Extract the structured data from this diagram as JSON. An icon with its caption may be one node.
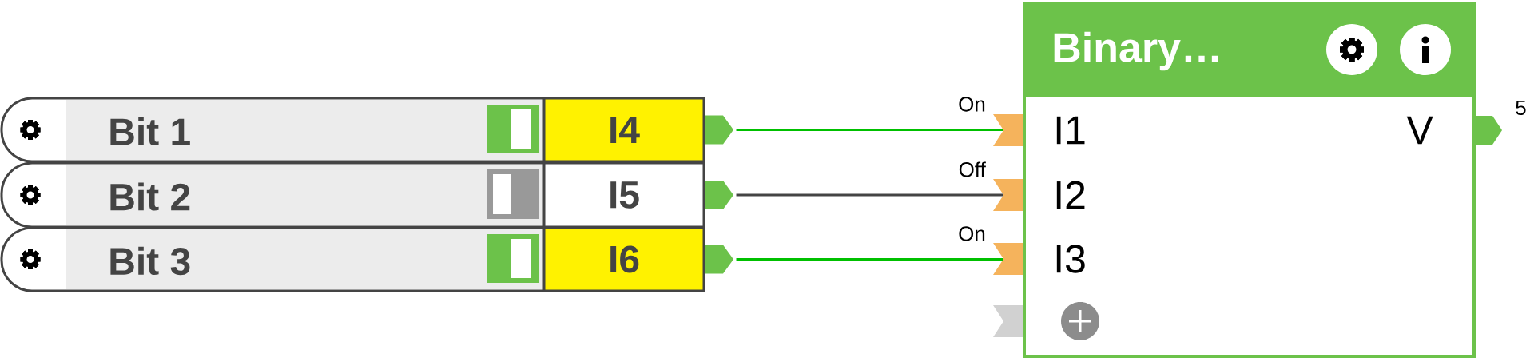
{
  "diagram": {
    "nodes": [
      {
        "text": [
          "Bit 1"
        ]
      },
      {
        "text": [
          "I4"
        ]
      },
      {
        "text": [
          "Bit 2"
        ]
      },
      {
        "text": [
          "I5"
        ]
      },
      {
        "text": [
          "Bit 3"
        ]
      },
      {
        "text": [
          "I6"
        ]
      },
      {
        "text": [
          "Binary…"
        ]
      },
      {
        "text": [
          "I1"
        ],
        "in": 6
      },
      {
        "text": [
          "I2"
        ],
        "in": 6
      },
      {
        "text": [
          "I3"
        ],
        "in": 6
      },
      {
        "text": [
          "V"
        ],
        "in": 6
      }
    ],
    "edges": [
      {
        "from": 1,
        "to": 7,
        "arrow": "none",
        "label": "On"
      },
      {
        "from": 3,
        "to": 8,
        "arrow": "none",
        "label": "Off",
        "color": "#444444"
      },
      {
        "from": 5,
        "to": 9,
        "arrow": "none",
        "label": "On"
      }
    ],
    "labels": [
      "5"
    ]
  }
}
